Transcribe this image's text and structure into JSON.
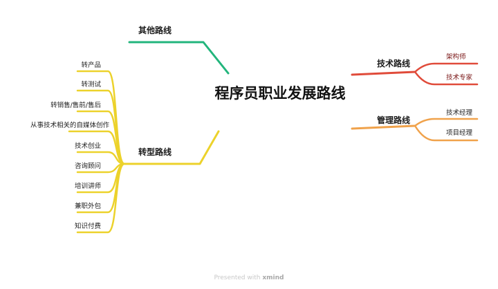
{
  "root": {
    "title": "程序员职业发展路线"
  },
  "branches": {
    "other": {
      "label": "其他路线",
      "color": "#22b57c"
    },
    "tech": {
      "label": "技术路线",
      "color": "#e04b3a",
      "children": [
        "架构师",
        "技术专家"
      ]
    },
    "manage": {
      "label": "管理路线",
      "color": "#f0a24b",
      "children": [
        "技术经理",
        "项目经理"
      ]
    },
    "transition": {
      "label": "转型路线",
      "color": "#ecd22b",
      "children": [
        "转产品",
        "转测试",
        "转销售/售前/售后",
        "从事技术相关的自媒体创作",
        "技术创业",
        "咨询顾问",
        "培训讲师",
        "兼职外包",
        "知识付费"
      ]
    }
  },
  "footer": {
    "prefix": "Presented with",
    "brand": "xmind"
  }
}
